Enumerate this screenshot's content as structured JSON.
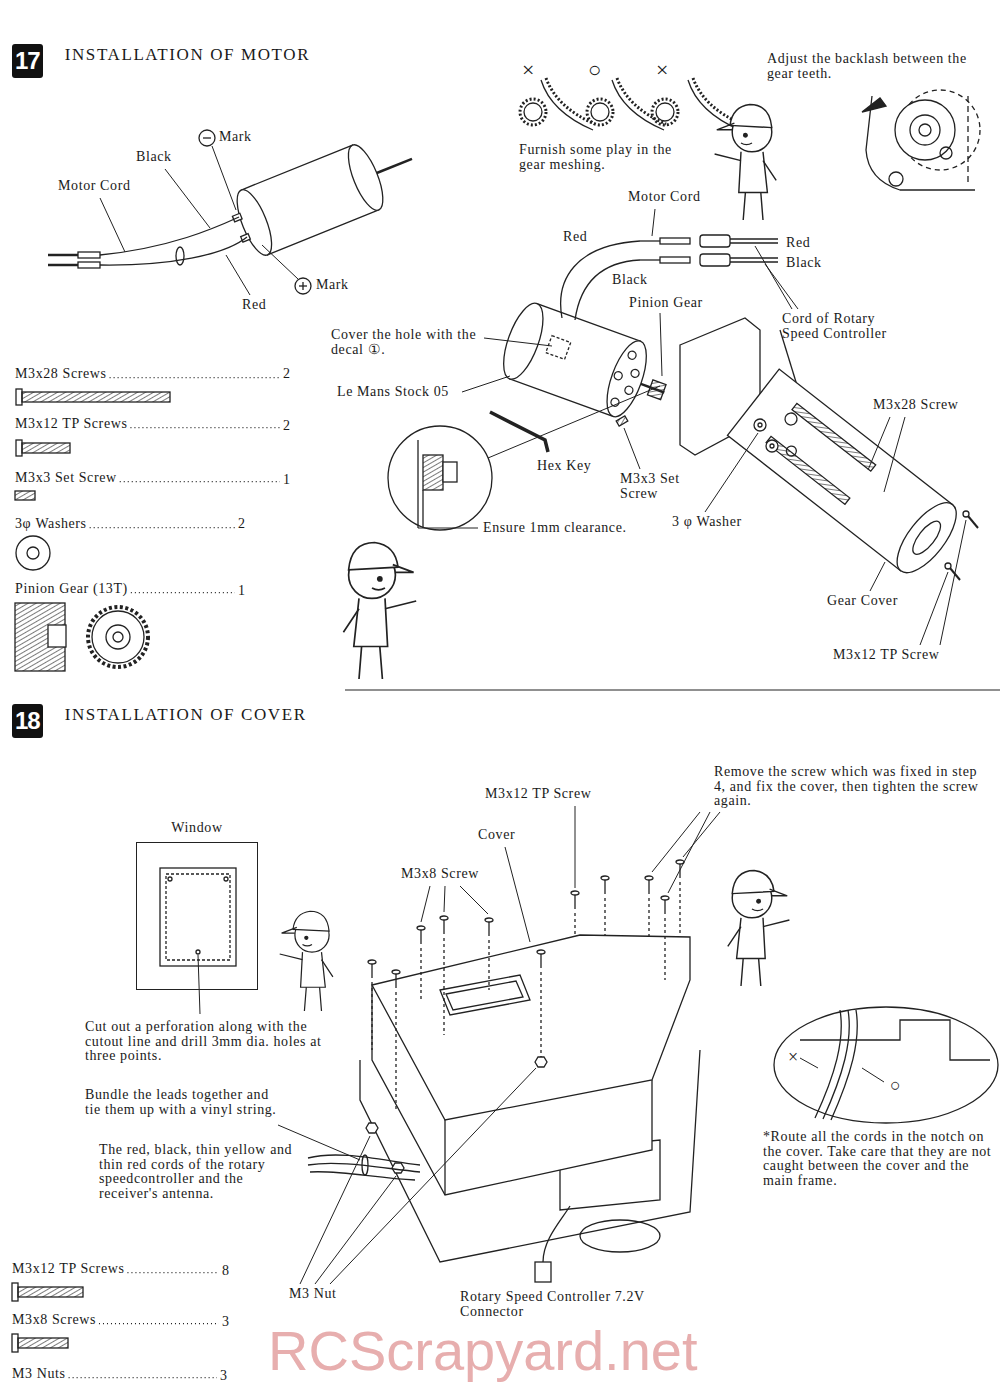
{
  "diagram": {
    "nodes": [
      {
        "text": [
          "17",
          "INSTALLATION OF MOTOR"
        ]
      },
      {
        "text": [
          "18",
          "INSTALLATION OF COVER"
        ]
      },
      {
        "text": [
          "Window"
        ]
      }
    ],
    "labels": [
      "×",
      "○",
      "×",
      "Furnish some play in the gear meshing.",
      "Adjust the backlash between the gear teeth.",
      "Mark",
      "Black",
      "Motor Cord",
      "Red",
      "Mark",
      "M3x28 Screws",
      "2",
      "M3x12 TP Screws",
      "2",
      "M3x3 Set Screw",
      "1",
      "3φ Washers",
      "2",
      "Pinion Gear (13T)",
      "1",
      "Motor Cord",
      "Red",
      "Red",
      "Black",
      "Black",
      "Pinion Gear",
      "Cord of Rotary Speed Controller",
      "Cover the hole with the decal ①.",
      "Le Mans Stock 05",
      "M3x28 Screw",
      "Hex Key",
      "M3x3 Set Screw",
      "3 φ Washer",
      "Ensure 1mm clearance.",
      "Gear Cover",
      "M3x12 TP Screw",
      "Cut out a perforation along with the cutout line and drill 3mm dia. holes at three points.",
      "M3x12 TP Screw",
      "Cover",
      "M3x8 Screw",
      "Remove the screw which was fixed in step 4, and fix the cover, then tighten the screw again.",
      "×",
      "○",
      "*Route all the cords in the notch on the cover. Take care that they are not caught between the cover and the main frame.",
      "Bundle the leads together and tie them up with a vinyl string.",
      "The red, black, thin yellow and thin red cords of the rotary speedcontroller and the receiver's antenna.",
      "M3 Nut",
      "Rotary Speed Controller 7.2V Connector",
      "M3x12 TP Screws",
      "8",
      "M3x8 Screws",
      "3",
      "M3 Nuts",
      "3",
      "RCScrapyard.net"
    ]
  }
}
